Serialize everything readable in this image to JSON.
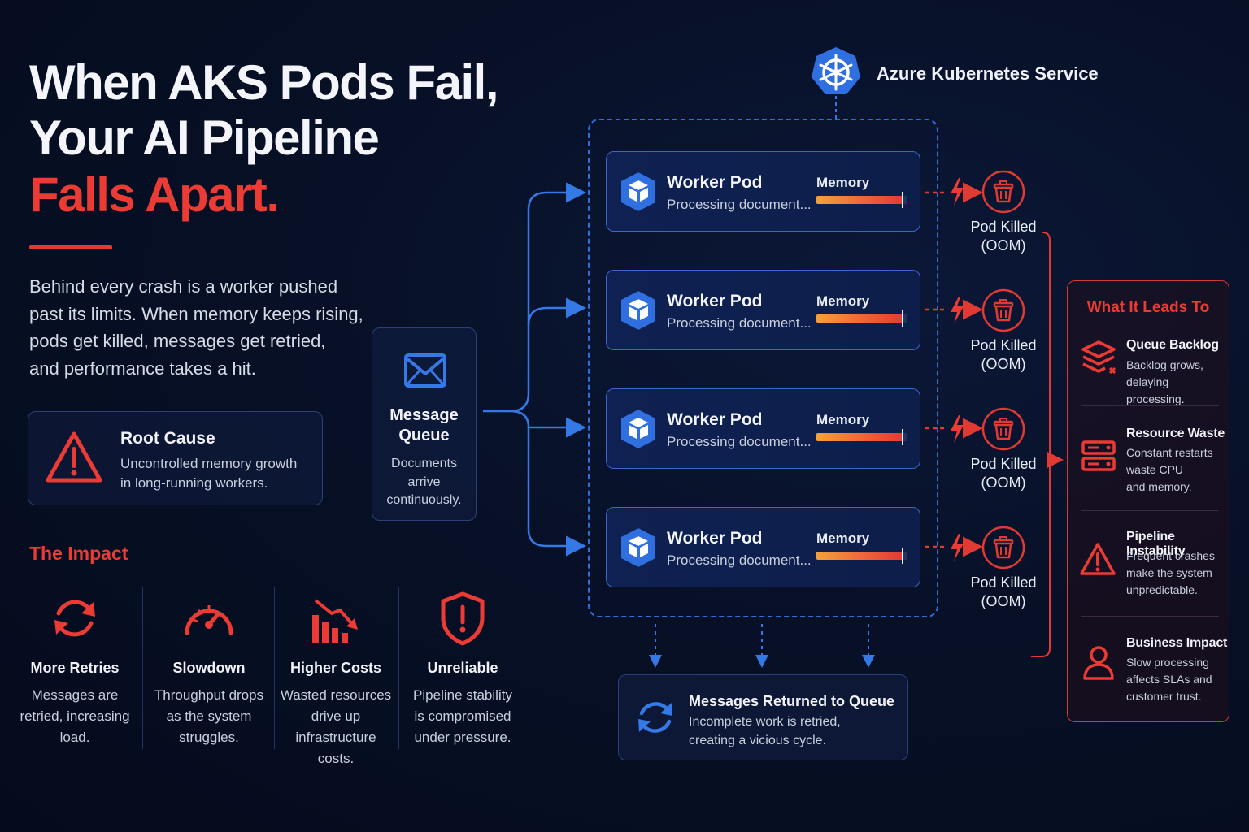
{
  "title": {
    "line1": "When AKS Pods Fail,",
    "line2": "Your AI Pipeline",
    "line3": "Falls Apart."
  },
  "intro": {
    "line1": "Behind every crash is a worker pushed",
    "line2": "past its limits. When memory keeps rising,",
    "line3": "pods get killed, messages get retried,",
    "line4": "and performance takes a hit."
  },
  "root_cause": {
    "title": "Root Cause",
    "line1": "Uncontrolled memory growth",
    "line2": "in long-running workers.",
    "icon": "warning-triangle-icon"
  },
  "impact": {
    "heading": "The Impact",
    "items": [
      {
        "title": "More Retries",
        "lines": [
          "Messages are",
          "retried, increasing",
          "load."
        ],
        "icon": "refresh-icon"
      },
      {
        "title": "Slowdown",
        "lines": [
          "Throughput drops",
          "as the system",
          "struggles."
        ],
        "icon": "speedometer-icon"
      },
      {
        "title": "Higher Costs",
        "lines": [
          "Wasted resources",
          "drive up",
          "infrastructure",
          "costs."
        ],
        "icon": "declining-chart-icon"
      },
      {
        "title": "Unreliable",
        "lines": [
          "Pipeline stability",
          "is compromised",
          "under pressure."
        ],
        "icon": "shield-alert-icon"
      }
    ]
  },
  "message_queue": {
    "title1": "Message",
    "title2": "Queue",
    "line1": "Documents",
    "line2": "arrive",
    "line3": "continuously.",
    "icon": "envelope-icon"
  },
  "aks": {
    "label": "Azure Kubernetes Service",
    "icon": "kubernetes-helm-icon"
  },
  "pods": [
    {
      "title": "Worker Pod",
      "subtitle": "Processing document...",
      "memory_label": "Memory",
      "memory_fraction": 0.95
    },
    {
      "title": "Worker Pod",
      "subtitle": "Processing document...",
      "memory_label": "Memory",
      "memory_fraction": 0.95
    },
    {
      "title": "Worker Pod",
      "subtitle": "Processing document...",
      "memory_label": "Memory",
      "memory_fraction": 0.95
    },
    {
      "title": "Worker Pod",
      "subtitle": "Processing document...",
      "memory_label": "Memory",
      "memory_fraction": 0.95
    }
  ],
  "killed": {
    "line1": "Pod Killed",
    "line2": "(OOM)",
    "icon": "trash-icon"
  },
  "returned": {
    "title": "Messages Returned to Queue",
    "line1": "Incomplete work is retried,",
    "line2": "creating a vicious cycle.",
    "icon": "cycle-icon"
  },
  "leads_to": {
    "heading": "What It Leads To",
    "items": [
      {
        "title": "Queue Backlog",
        "lines": [
          "Backlog grows,",
          "delaying processing."
        ],
        "icon": "layers-icon"
      },
      {
        "title": "Resource Waste",
        "lines": [
          "Constant restarts",
          "waste CPU",
          "and memory."
        ],
        "icon": "server-icon"
      },
      {
        "title": "Pipeline Instability",
        "lines": [
          "Frequent crashes",
          "make the system",
          "unpredictable."
        ],
        "icon": "warning-triangle-icon"
      },
      {
        "title": "Business Impact",
        "lines": [
          "Slow processing",
          "affects SLAs and",
          "customer trust."
        ],
        "icon": "user-icon"
      }
    ]
  },
  "colors": {
    "accent_red": "#ec3b34",
    "accent_blue": "#2f6fd8",
    "background": "#071026"
  }
}
